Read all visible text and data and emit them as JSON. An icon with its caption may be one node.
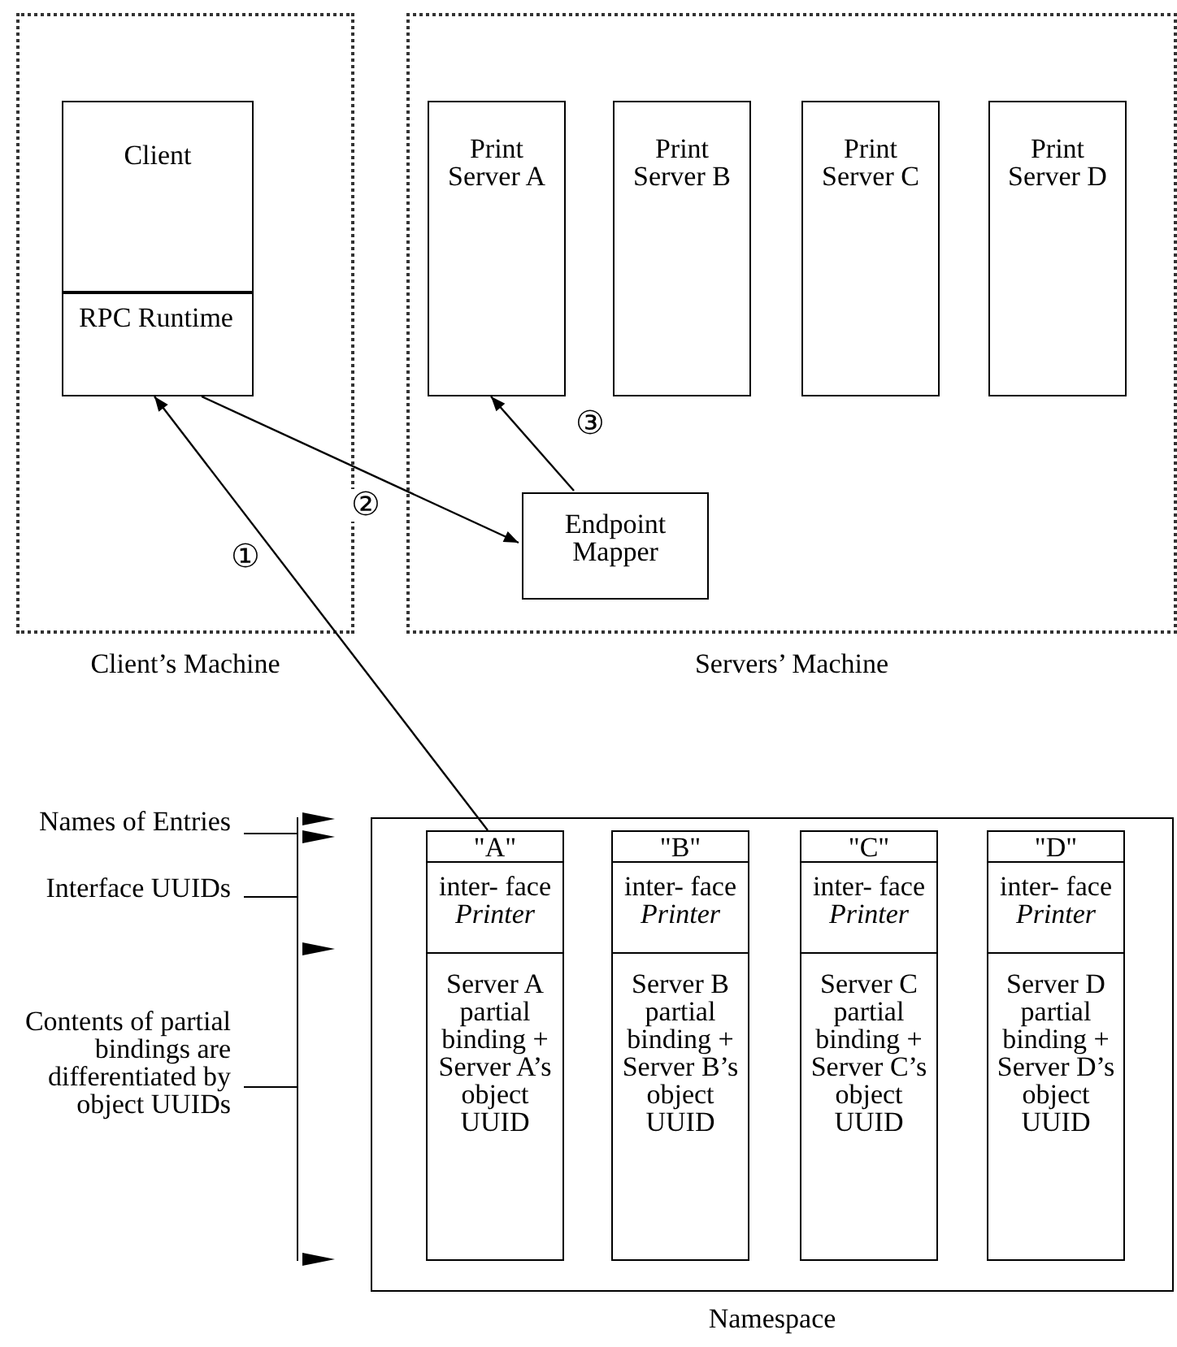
{
  "diagram": {
    "nodes": [
      {
        "text": [
          "Client’s Machine"
        ]
      },
      {
        "text": [
          "Client"
        ],
        "in": 0
      },
      {
        "text": [
          "RPC Runtime"
        ],
        "in": 1
      },
      {
        "text": [
          "Servers’ Machine"
        ]
      },
      {
        "text": [
          "Print Server A"
        ],
        "in": 3
      },
      {
        "text": [
          "Print Server B"
        ],
        "in": 3
      },
      {
        "text": [
          "Print Server C"
        ],
        "in": 3
      },
      {
        "text": [
          "Print Server D"
        ],
        "in": 3
      },
      {
        "text": [
          "Endpoint Mapper"
        ],
        "in": 3
      },
      {
        "text": [
          "Namespace"
        ]
      },
      {
        "text": [
          "\"A\"",
          "inter- face *Printer*",
          "Server A partial binding + Server A’s object UUID"
        ],
        "in": 9
      },
      {
        "text": [
          "\"B\"",
          "inter- face *Printer*",
          "Server B partial binding + Server B’s object UUID"
        ],
        "in": 9
      },
      {
        "text": [
          "\"C\"",
          "inter- face *Printer*",
          "Server C partial binding + Server C’s object UUID"
        ],
        "in": 9
      },
      {
        "text": [
          "\"D\"",
          "inter- face *Printer*",
          "Server D partial binding + Server D’s object UUID"
        ],
        "in": 9
      }
    ],
    "edges": [
      {
        "from": 10,
        "to": 2,
        "arrow": "to",
        "label": "①"
      },
      {
        "from": 2,
        "to": 8,
        "arrow": "to",
        "label": "②"
      },
      {
        "from": 8,
        "to": 4,
        "arrow": "to",
        "label": "③"
      }
    ],
    "labels": [
      "Names of Entries",
      "Interface UUIDs",
      "Contents of partial bindings are differentiated by object UUIDs"
    ]
  }
}
